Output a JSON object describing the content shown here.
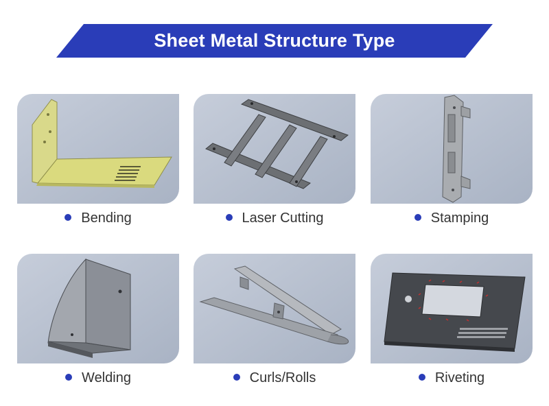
{
  "header": {
    "title": "Sheet Metal Structure Type"
  },
  "colors": {
    "accent": "#2a3db8",
    "card_bg": "#b9c2d1",
    "caption_text": "#333333"
  },
  "items": [
    {
      "label": "Bending",
      "image": "bending-image"
    },
    {
      "label": "Laser Cutting",
      "image": "laser-cutting-image"
    },
    {
      "label": "Stamping",
      "image": "stamping-image"
    },
    {
      "label": "Welding",
      "image": "welding-image"
    },
    {
      "label": "Curls/Rolls",
      "image": "curls-rolls-image"
    },
    {
      "label": "Riveting",
      "image": "riveting-image"
    }
  ]
}
